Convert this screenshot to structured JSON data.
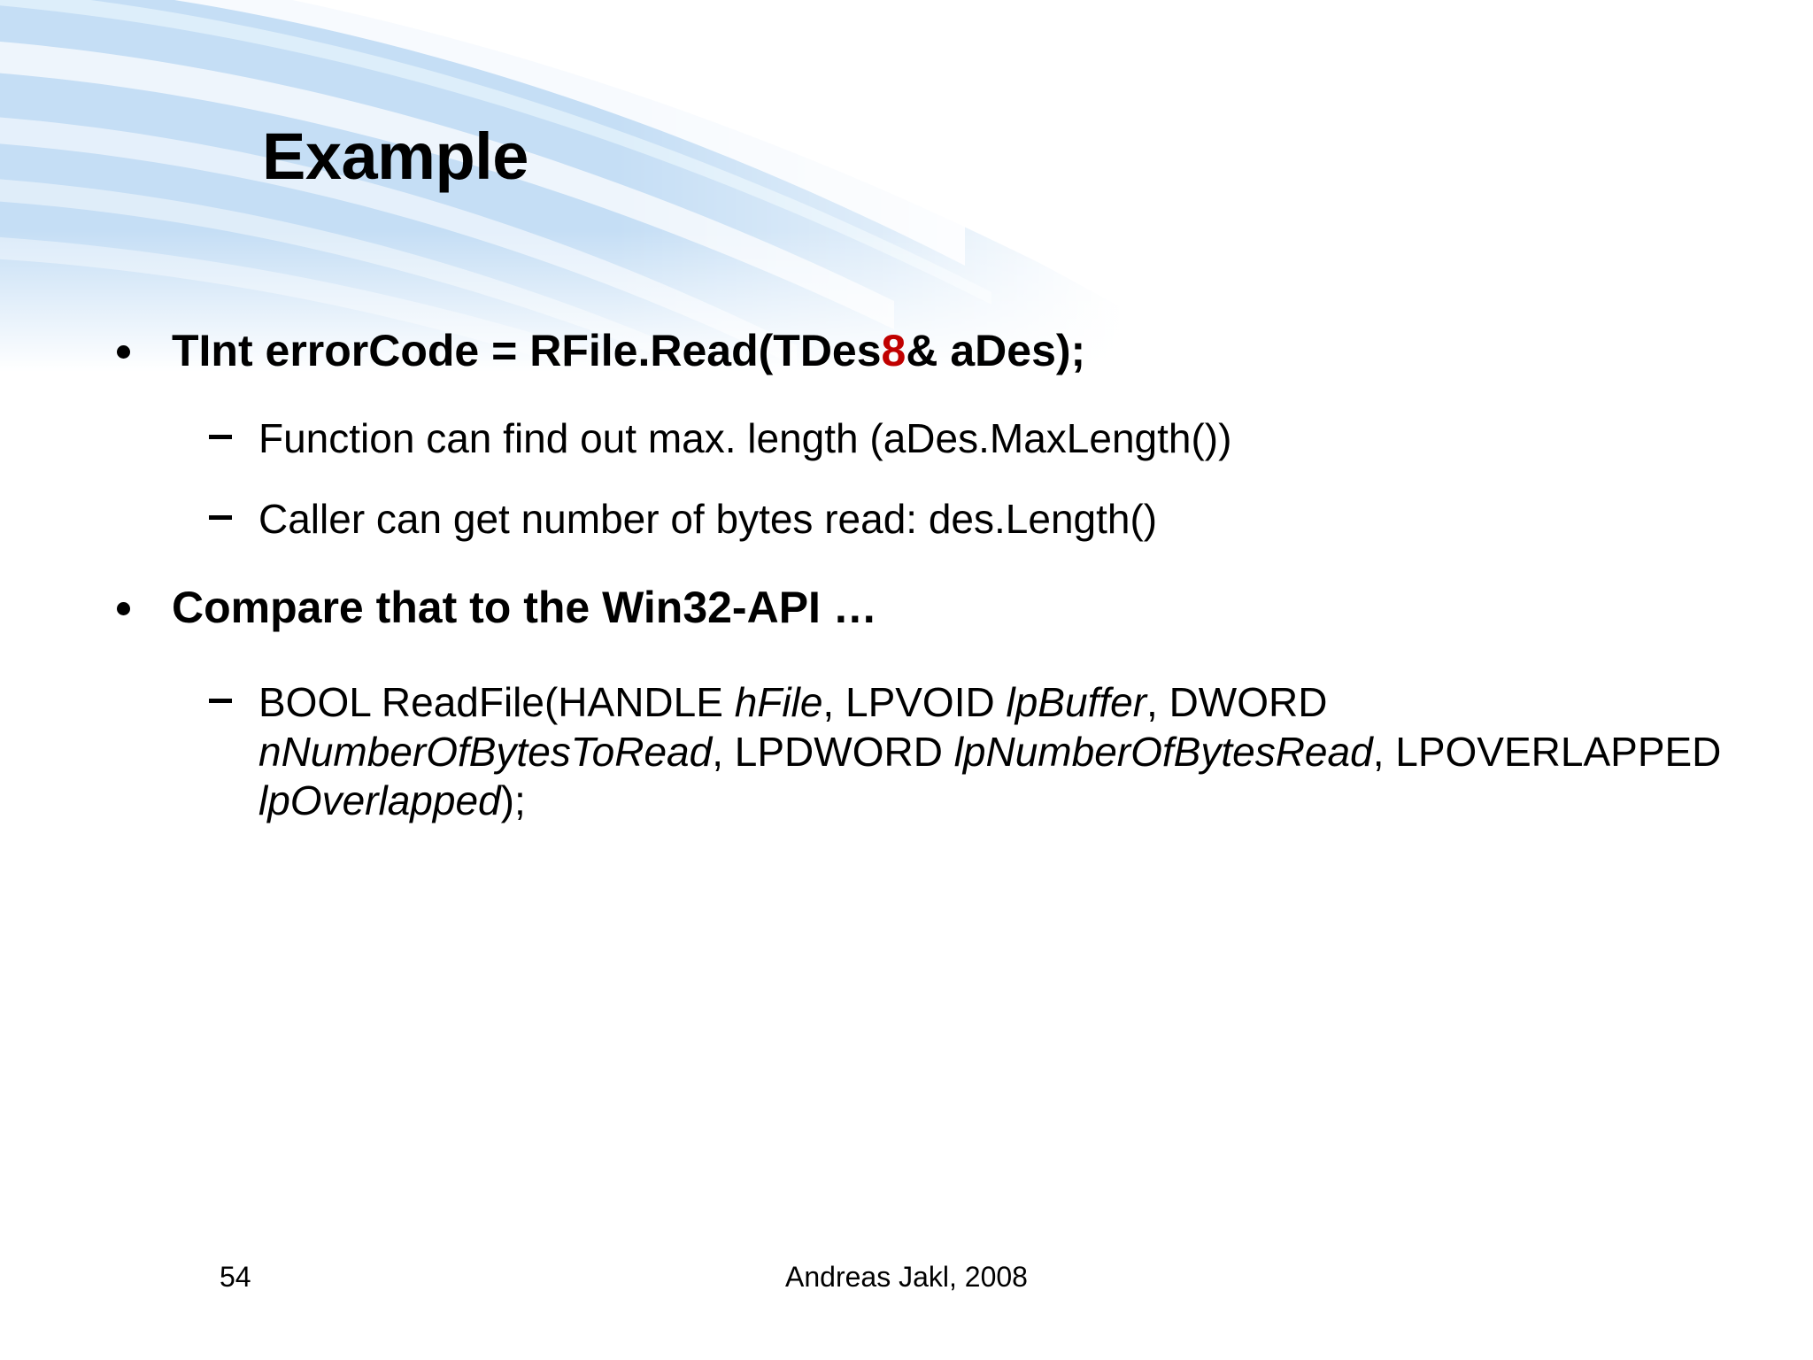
{
  "slide": {
    "title": "Example",
    "accent_blue": "#C5DEF5",
    "highlight_red": "#C00000",
    "background": "#FFFFFF",
    "decoration": "blue-swoosh-arc"
  },
  "content": {
    "bullet1": {
      "text_before": "TInt errorCode = RFile.Read(TDes",
      "highlight": "8",
      "text_after": "& aDes);",
      "full_text": "TInt errorCode = RFile.Read(TDes8& aDes);"
    },
    "sub1": "Function can find out max. length (aDes.MaxLength())",
    "sub2": "Caller can get number of bytes read: des.Length()",
    "bullet2": "Compare that to the Win32-API …",
    "code": {
      "p1": "BOOL ReadFile(HANDLE ",
      "p2": "hFile",
      "p3": ", LPVOID ",
      "p4": "lpBuffer",
      "p5": ", DWORD ",
      "p6": "nNumberOfBytesToRead",
      "p7": ", LPDWORD ",
      "p8": "lpNumberOfBytesRead",
      "p9": ", LPOVERLAPPED ",
      "p10": "lpOverlapped",
      "p11": ");",
      "full_text": "BOOL ReadFile(HANDLE hFile, LPVOID lpBuffer, DWORD nNumberOfBytesToRead, LPDWORD lpNumberOfBytesRead, LPOVERLAPPED lpOverlapped);"
    }
  },
  "footer": {
    "page_number": "54",
    "credit": "Andreas Jakl, 2008"
  }
}
